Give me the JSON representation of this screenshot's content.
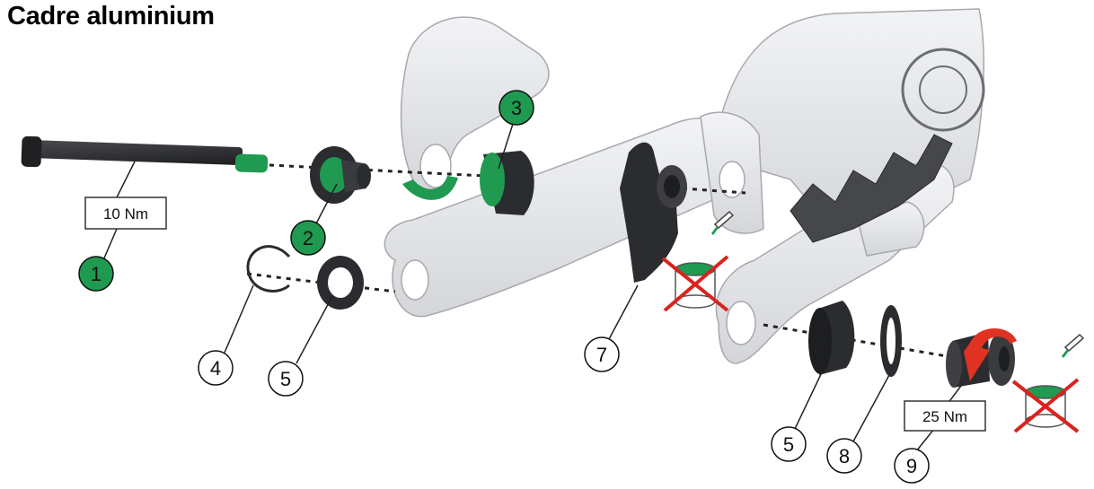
{
  "title": "Cadre aluminium",
  "colors": {
    "frame_fill": "#e4e5e8",
    "frame_stroke": "#a7a9ae",
    "hardware": "#2b2c2f",
    "accent_green": "#1f9a50",
    "no_grease_red": "#d8231f",
    "torque_arrow_red": "#e03222"
  },
  "callouts": [
    {
      "id": "c1",
      "number": "1",
      "style": "filled-green"
    },
    {
      "id": "c2",
      "number": "2",
      "style": "filled-green"
    },
    {
      "id": "c3",
      "number": "3",
      "style": "filled-green"
    },
    {
      "id": "c4",
      "number": "4",
      "style": "outline"
    },
    {
      "id": "c5a",
      "number": "5",
      "style": "outline"
    },
    {
      "id": "c7",
      "number": "7",
      "style": "outline"
    },
    {
      "id": "c5b",
      "number": "5",
      "style": "outline"
    },
    {
      "id": "c8",
      "number": "8",
      "style": "outline"
    },
    {
      "id": "c9",
      "number": "9",
      "style": "outline"
    }
  ],
  "torque_labels": [
    {
      "id": "t1",
      "text": "10 Nm"
    },
    {
      "id": "t2",
      "text": "25 Nm"
    }
  ],
  "icons": {
    "no_grease": "no-grease-icon",
    "torque_arrow": "torque-arrow-icon"
  }
}
